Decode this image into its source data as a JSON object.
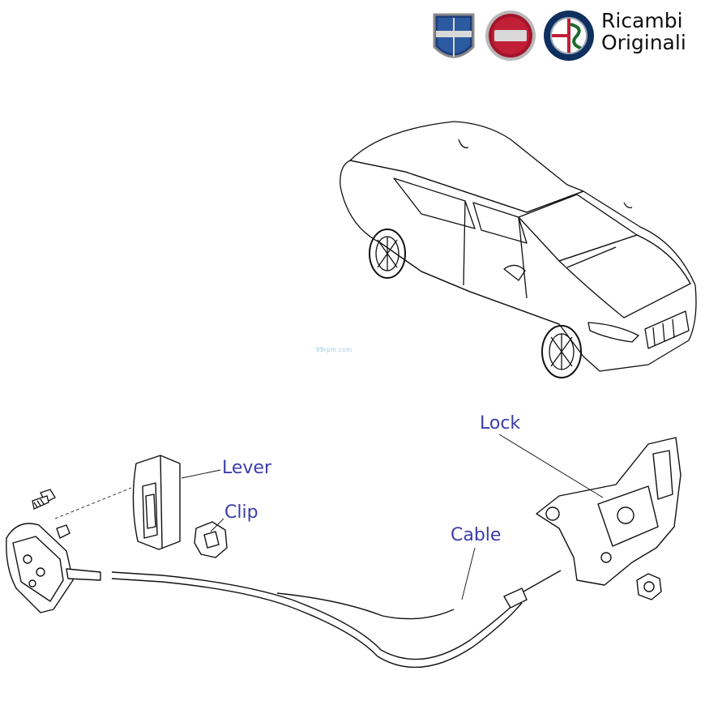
{
  "brand": {
    "line1": "Ricambi",
    "line2": "Originali",
    "logos": [
      {
        "icon": "lancia-logo-icon",
        "color": "#1d3d7a"
      },
      {
        "icon": "fiat-logo-icon",
        "color": "#a3152a"
      },
      {
        "icon": "alfa-romeo-logo-icon",
        "color": "#0f2f5e"
      }
    ]
  },
  "watermark": "99rpm.com",
  "callouts": {
    "lock": "Lock",
    "lever": "Lever",
    "clip": "Clip",
    "cable": "Cable"
  },
  "colors": {
    "callout": "#3c3cab",
    "line_art": "#111111"
  }
}
